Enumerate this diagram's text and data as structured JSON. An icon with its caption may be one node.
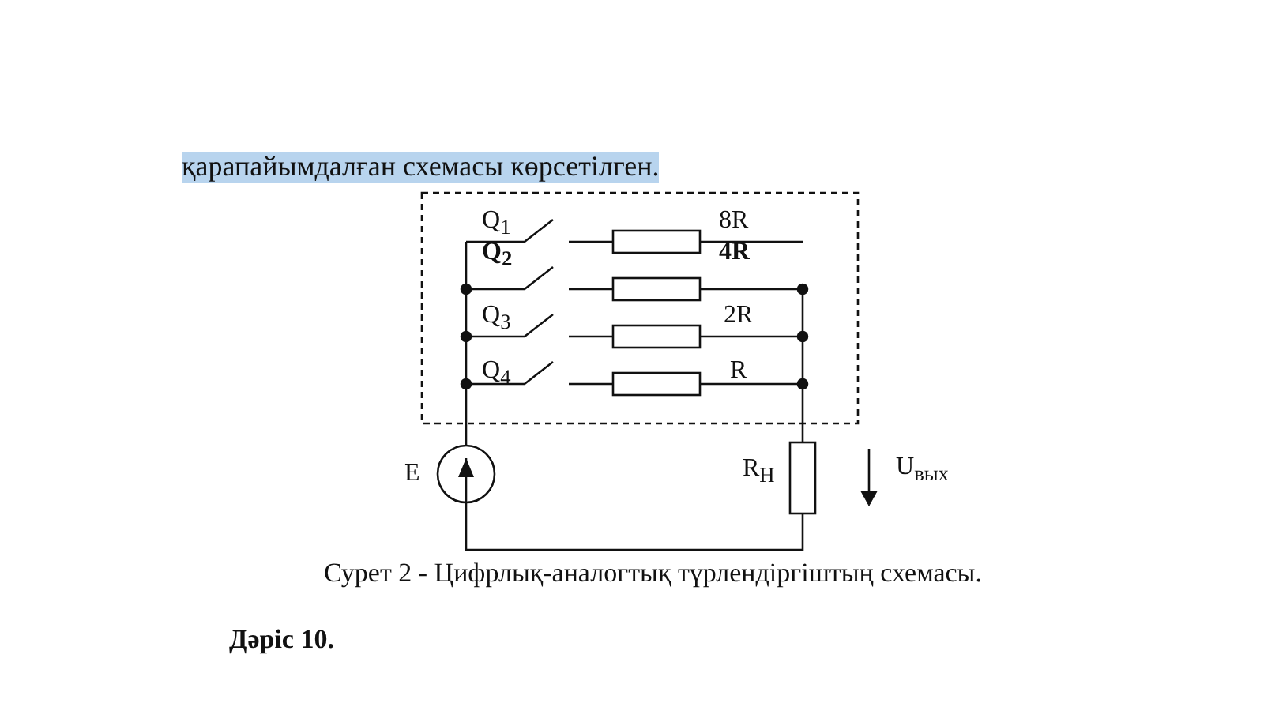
{
  "diagram": {
    "caption": "Сурет 2 - Цифрлық-аналогтық түрлендіргіштың схемасы.",
    "labels": [
      "қарапайымдалған схемасы көрсетілген.",
      "Q$_{1}$",
      "8R",
      "Q$_{2}$",
      "4R",
      "Q$_{3}$",
      "2R",
      "Q$_{4}$",
      "R",
      "E",
      "R$_{H}$",
      "U$_{вых}$",
      "Дәріс 10."
    ]
  }
}
